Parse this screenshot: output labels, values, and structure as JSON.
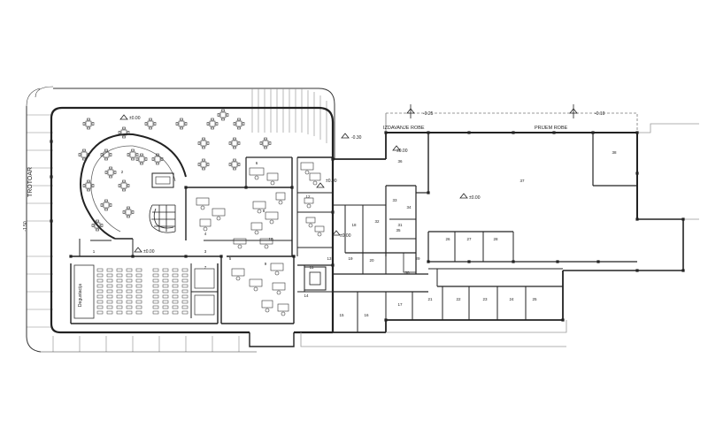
{
  "labels": {
    "trotoar": "TROTOAR",
    "izdavanje_robe": "IZDAVANJE ROBE",
    "prijem_robe": "PRIJEM ROBE",
    "degustacija": "Degustacija"
  },
  "levels": {
    "main": "±0.00",
    "entry_left": "±0.00",
    "corridor_upper": "±0.00",
    "corridor_mid": "±0.00",
    "offices": "±0.00",
    "warehouse": "±0.00",
    "minus_030": "-0.30",
    "minus_025": "-0.25",
    "minus_010": "-0.10",
    "minus_150": "-1.50"
  },
  "room_numbers": [
    "1",
    "2",
    "3",
    "4",
    "5",
    "6",
    "7",
    "8",
    "9",
    "10",
    "11",
    "12",
    "13",
    "14",
    "15",
    "16",
    "17",
    "18",
    "19",
    "20",
    "21",
    "22",
    "23",
    "24",
    "25",
    "26",
    "27",
    "28",
    "29",
    "30",
    "31",
    "32",
    "33",
    "34",
    "35",
    "36",
    "37",
    "38"
  ],
  "colors": {
    "line": "#222222",
    "light_line": "#777777",
    "background": "#ffffff"
  }
}
